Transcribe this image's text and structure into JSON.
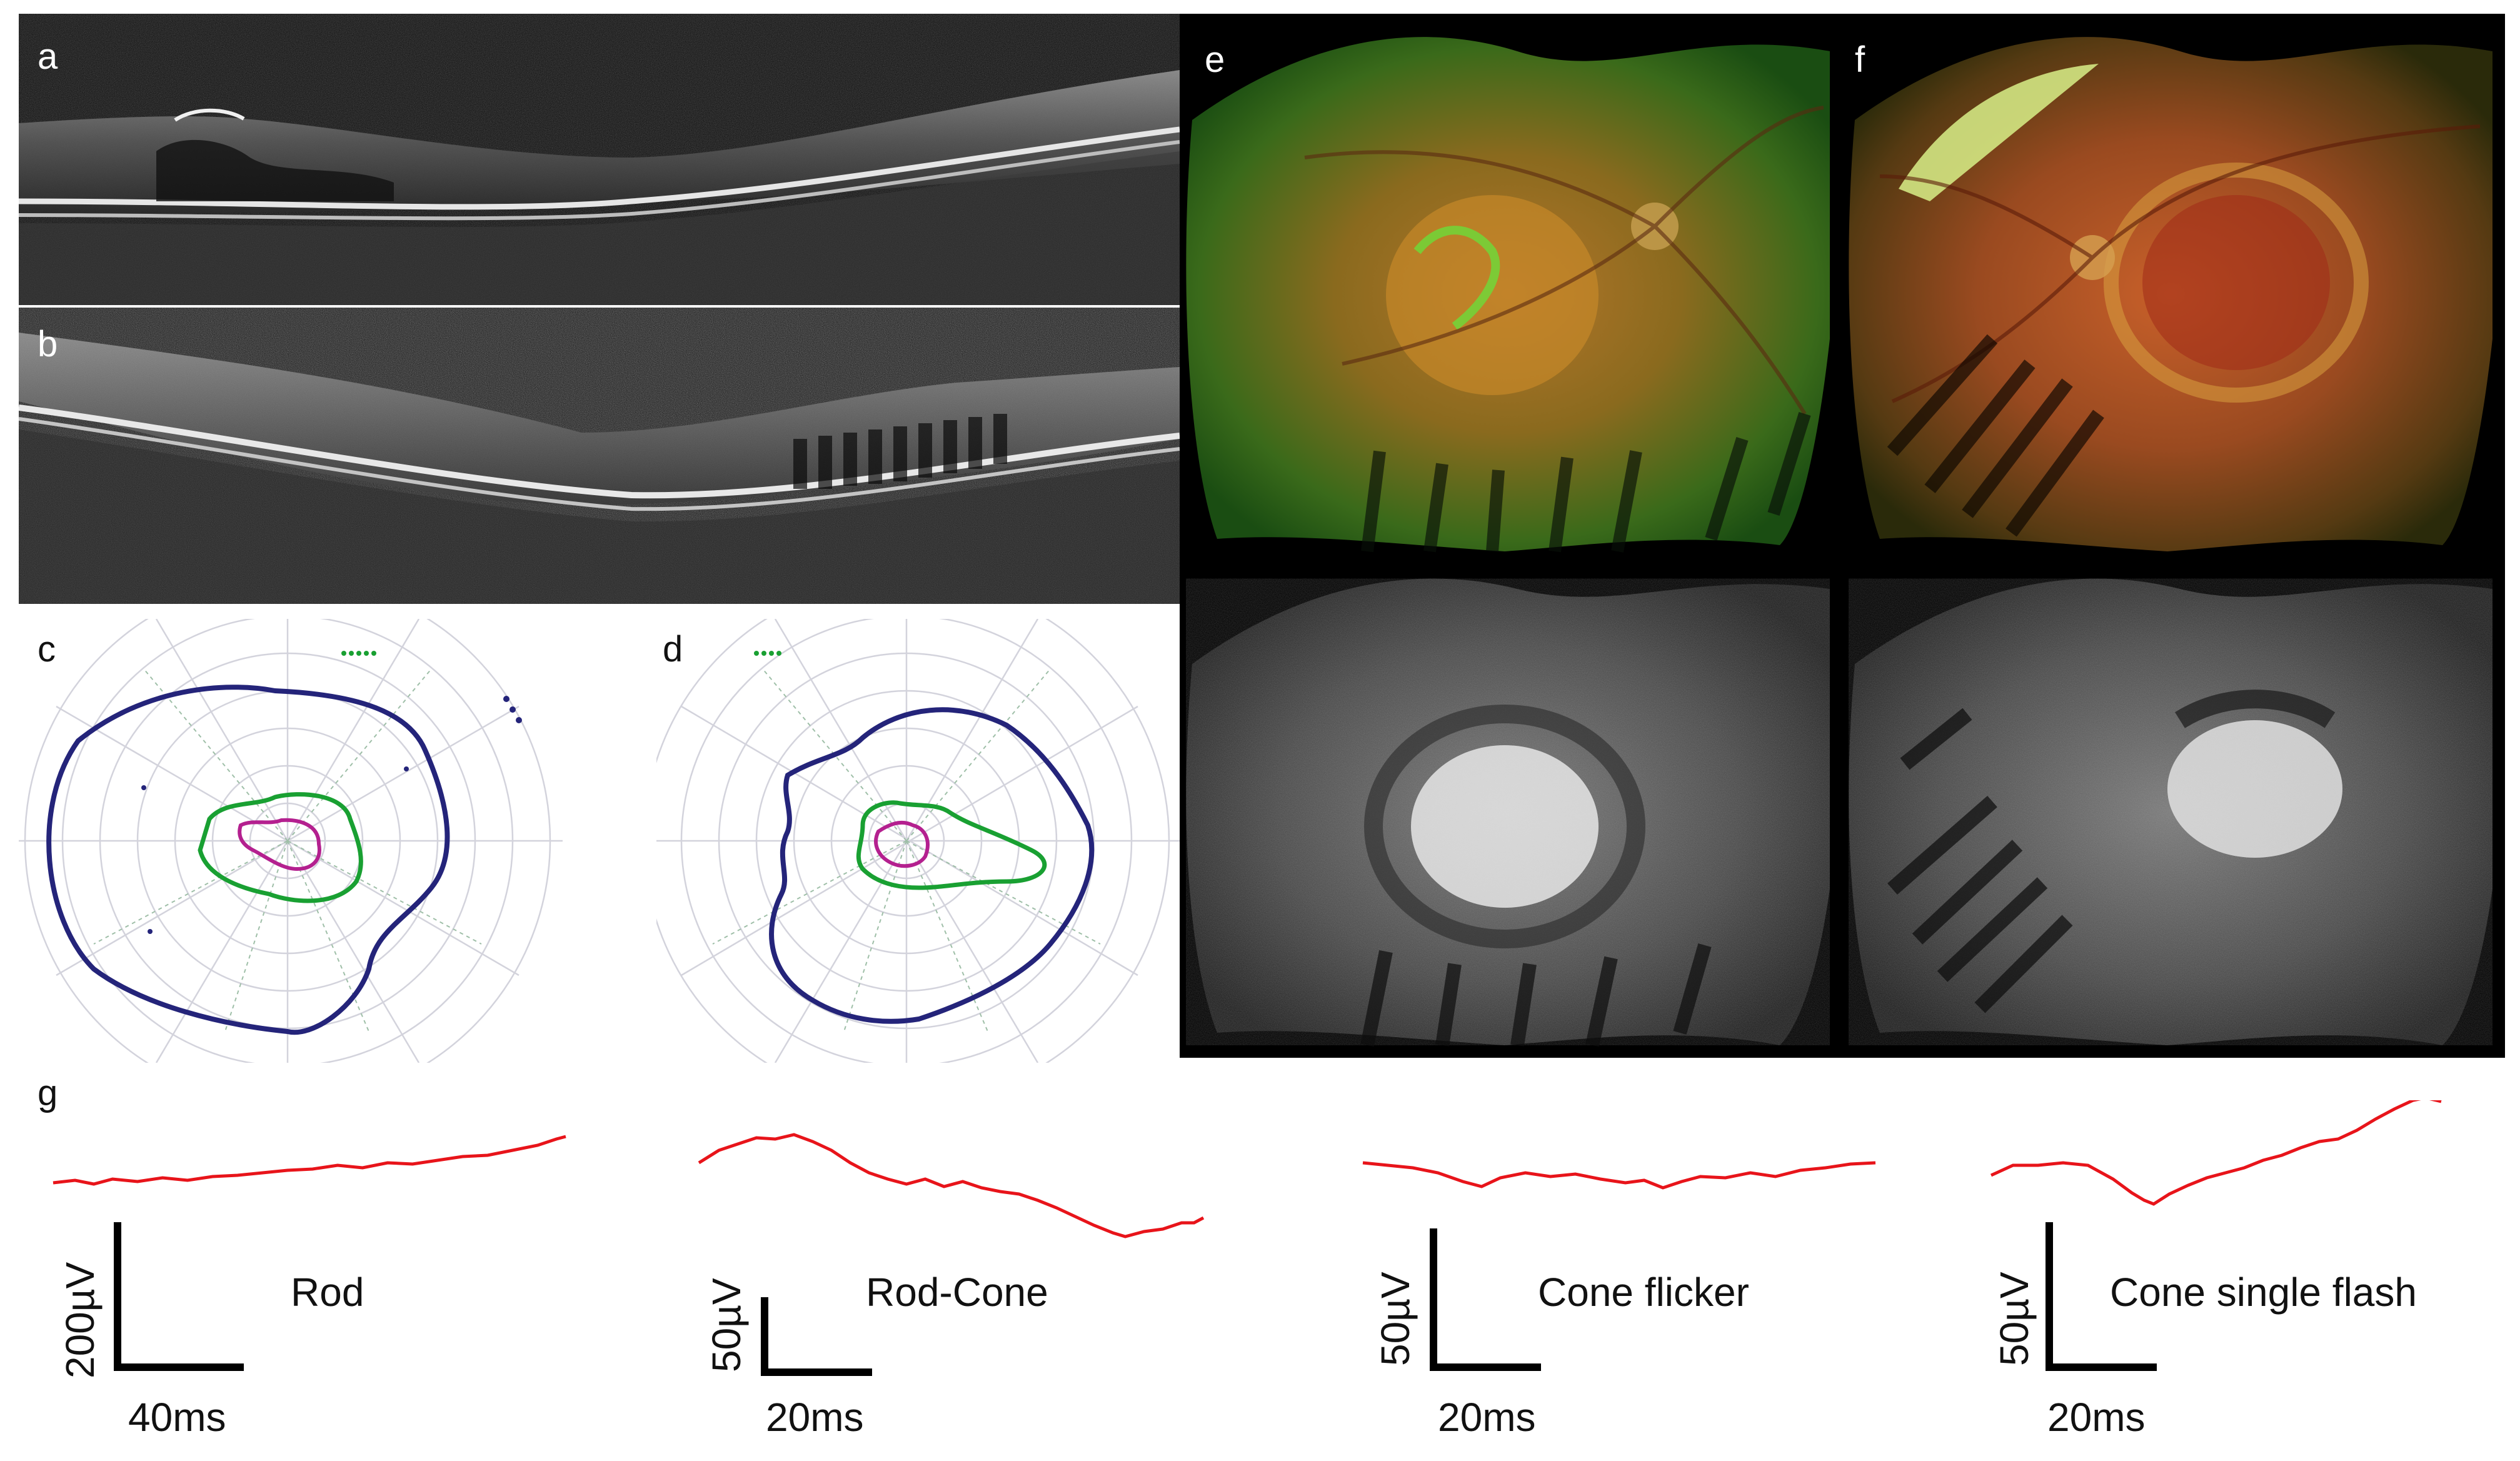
{
  "panels": {
    "a": {
      "label": "a"
    },
    "b": {
      "label": "b"
    },
    "c": {
      "label": "c"
    },
    "d": {
      "label": "d"
    },
    "e": {
      "label": "e"
    },
    "f": {
      "label": "f"
    },
    "g": {
      "label": "g"
    }
  },
  "erg": [
    {
      "name": "Rod",
      "y_scale": "200µV",
      "x_scale": "40ms"
    },
    {
      "name": "Rod-Cone",
      "y_scale": "50µV",
      "x_scale": "20ms"
    },
    {
      "name": "Cone flicker",
      "y_scale": "50µV",
      "x_scale": "20ms"
    },
    {
      "name": "Cone single flash",
      "y_scale": "50µV",
      "x_scale": "20ms"
    }
  ],
  "colors": {
    "trace": "#e8141a",
    "isopter_outer": "#24247a",
    "isopter_mid": "#19a032",
    "isopter_inner": "#b4208f",
    "oct_bg": "#0c0c0c"
  }
}
